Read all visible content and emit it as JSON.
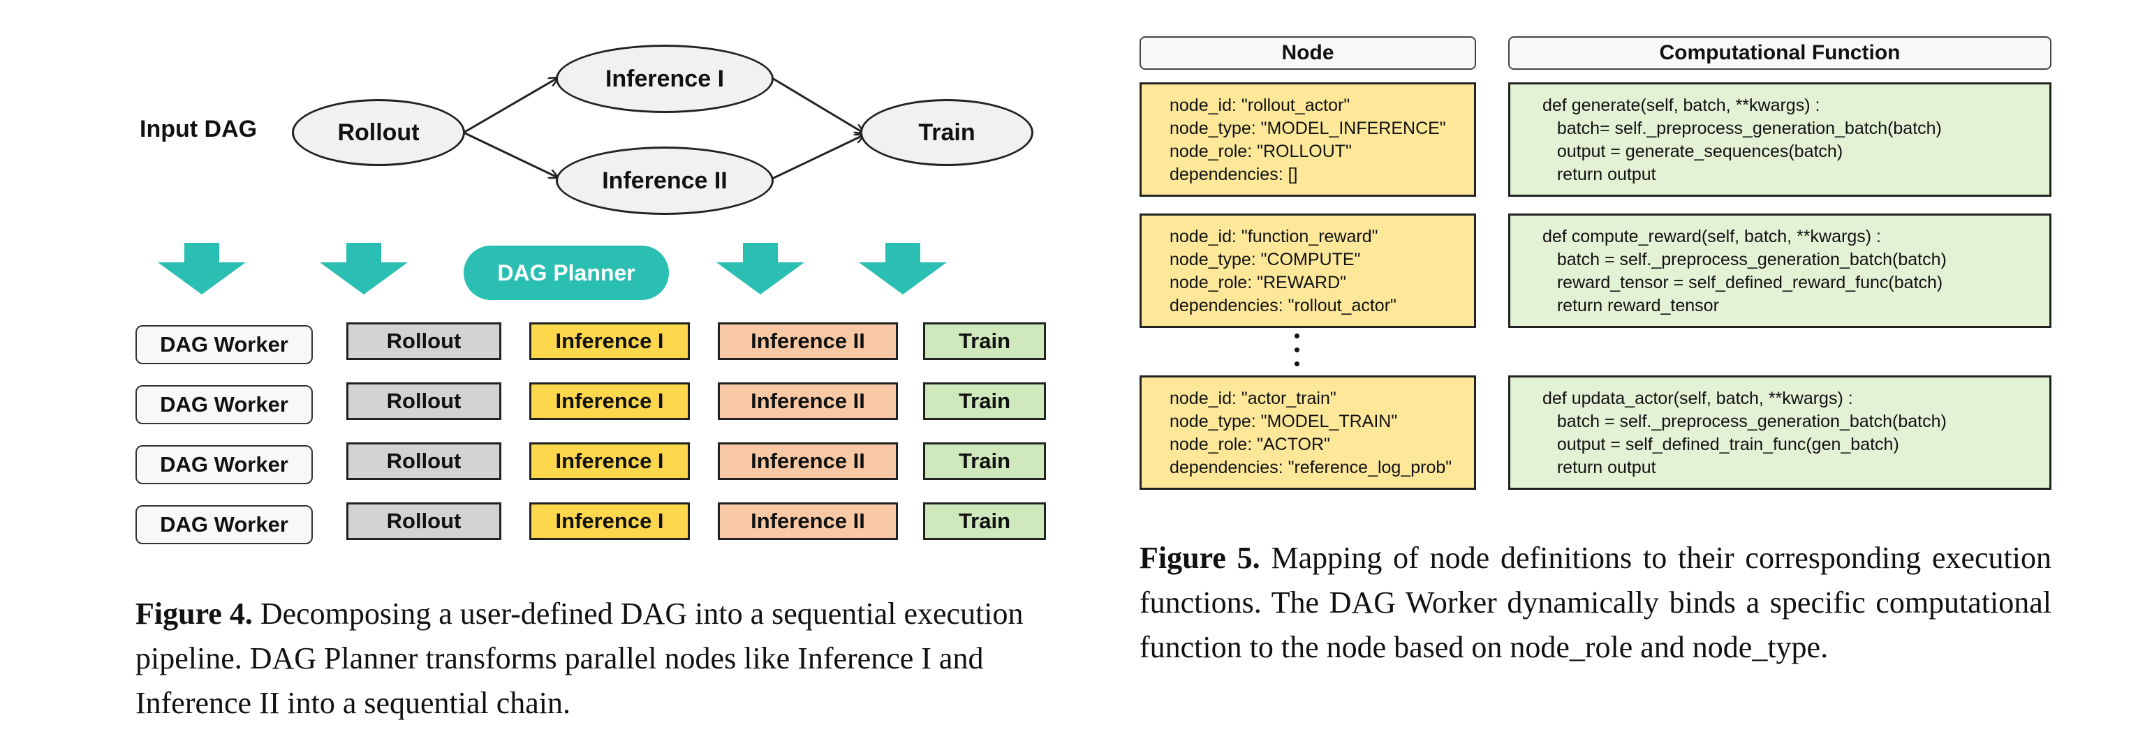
{
  "figure4": {
    "input_label": "Input DAG",
    "dag_nodes": {
      "rollout": "Rollout",
      "inference1": "Inference I",
      "inference2": "Inference II",
      "train": "Train"
    },
    "planner_label": "DAG Planner",
    "workers": [
      {
        "label": "DAG Worker",
        "stages": [
          "Rollout",
          "Inference I",
          "Inference II",
          "Train"
        ]
      },
      {
        "label": "DAG Worker",
        "stages": [
          "Rollout",
          "Inference I",
          "Inference II",
          "Train"
        ]
      },
      {
        "label": "DAG Worker",
        "stages": [
          "Rollout",
          "Inference I",
          "Inference II",
          "Train"
        ]
      },
      {
        "label": "DAG Worker",
        "stages": [
          "Rollout",
          "Inference I",
          "Inference II",
          "Train"
        ]
      }
    ],
    "caption_label": "Figure 4.",
    "caption_text": " Decomposing a user-defined DAG into a sequential execution pipeline. DAG Planner transforms parallel nodes like Inference I and Inference II into a sequential chain.",
    "colors": {
      "planner": "#2abfb2",
      "rollout": "#d3d3d3",
      "inference1": "#fdd84d",
      "inference2": "#f9c9a5",
      "train": "#cfe9bd"
    }
  },
  "figure5": {
    "col_node": "Node",
    "col_function": "Computational Function",
    "rows": [
      {
        "node_lines": [
          "node_id: \"rollout_actor\"",
          "node_type: \"MODEL_INFERENCE\"",
          "node_role: \"ROLLOUT\"",
          "dependencies: []"
        ],
        "func_lines": [
          "def generate(self, batch, **kwargs) :",
          "   batch= self._preprocess_generation_batch(batch)",
          "   output = generate_sequences(batch)",
          "   return output"
        ]
      },
      {
        "node_lines": [
          "node_id: \"function_reward\"",
          "node_type: \"COMPUTE\"",
          "node_role: \"REWARD\"",
          "dependencies: \"rollout_actor\""
        ],
        "func_lines": [
          "def compute_reward(self, batch, **kwargs) :",
          "   batch = self._preprocess_generation_batch(batch)",
          "   reward_tensor = self_defined_reward_func(batch)",
          "   return reward_tensor"
        ]
      },
      {
        "node_lines": [
          "node_id: \"actor_train\"",
          "node_type: \"MODEL_TRAIN\"",
          "node_role: \"ACTOR\"",
          "dependencies: \"reference_log_prob\""
        ],
        "func_lines": [
          "def updata_actor(self, batch, **kwargs) :",
          "   batch = self._preprocess_generation_batch(batch)",
          "   output = self_defined_train_func(gen_batch)",
          "   return output"
        ]
      }
    ],
    "caption_label": "Figure 5.",
    "caption_text": " Mapping of node definitions to their corresponding execution functions. The DAG Worker dynamically binds a specific computational function to the node based on node_role and node_type.",
    "colors": {
      "node_box": "#fde89a",
      "func_box": "#e3f1d5"
    }
  }
}
